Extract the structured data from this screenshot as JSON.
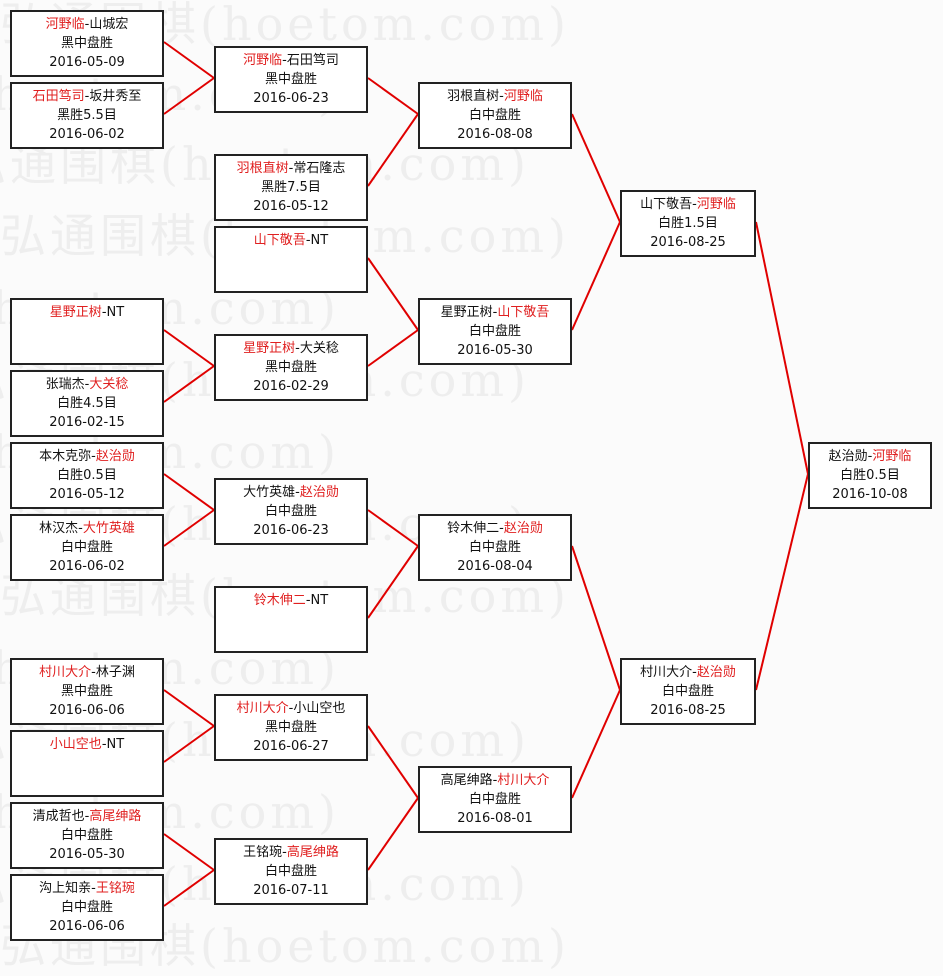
{
  "watermark": "弘通围棋(hoetom.com)",
  "colors": {
    "winner": "#e02020",
    "connector": "#e00000",
    "border": "#222222"
  },
  "separator": "-",
  "matches": [
    {
      "round": 1,
      "p1": "河野临",
      "p2": "山城宏",
      "winner": 1,
      "result": "黑中盘胜",
      "date": "2016-05-09"
    },
    {
      "round": 1,
      "p1": "石田笃司",
      "p2": "坂井秀至",
      "winner": 1,
      "result": "黑胜5.5目",
      "date": "2016-06-02"
    },
    {
      "round": 1,
      "p1": "星野正树",
      "p2": "NT",
      "winner": 1
    },
    {
      "round": 1,
      "p1": "张瑞杰",
      "p2": "大关稔",
      "winner": 2,
      "result": "白胜4.5目",
      "date": "2016-02-15"
    },
    {
      "round": 1,
      "p1": "本木克弥",
      "p2": "赵治勋",
      "winner": 2,
      "result": "白胜0.5目",
      "date": "2016-05-12"
    },
    {
      "round": 1,
      "p1": "林汉杰",
      "p2": "大竹英雄",
      "winner": 2,
      "result": "白中盘胜",
      "date": "2016-06-02"
    },
    {
      "round": 1,
      "p1": "村川大介",
      "p2": "林子渊",
      "winner": 1,
      "result": "黑中盘胜",
      "date": "2016-06-06"
    },
    {
      "round": 1,
      "p1": "小山空也",
      "p2": "NT",
      "winner": 1
    },
    {
      "round": 1,
      "p1": "清成哲也",
      "p2": "高尾绅路",
      "winner": 2,
      "result": "白中盘胜",
      "date": "2016-05-30"
    },
    {
      "round": 1,
      "p1": "沟上知亲",
      "p2": "王铭琬",
      "winner": 2,
      "result": "白中盘胜",
      "date": "2016-06-06"
    },
    {
      "round": 2,
      "p1": "河野临",
      "p2": "石田笃司",
      "winner": 1,
      "result": "黑中盘胜",
      "date": "2016-06-23"
    },
    {
      "round": 2,
      "p1": "羽根直树",
      "p2": "常石隆志",
      "winner": 1,
      "result": "黑胜7.5目",
      "date": "2016-05-12"
    },
    {
      "round": 2,
      "p1": "山下敬吾",
      "p2": "NT",
      "winner": 1
    },
    {
      "round": 2,
      "p1": "星野正树",
      "p2": "大关稔",
      "winner": 1,
      "result": "黑中盘胜",
      "date": "2016-02-29"
    },
    {
      "round": 2,
      "p1": "大竹英雄",
      "p2": "赵治勋",
      "winner": 2,
      "result": "白中盘胜",
      "date": "2016-06-23"
    },
    {
      "round": 2,
      "p1": "铃木伸二",
      "p2": "NT",
      "winner": 1
    },
    {
      "round": 2,
      "p1": "村川大介",
      "p2": "小山空也",
      "winner": 1,
      "result": "黑中盘胜",
      "date": "2016-06-27"
    },
    {
      "round": 2,
      "p1": "王铭琬",
      "p2": "高尾绅路",
      "winner": 2,
      "result": "白中盘胜",
      "date": "2016-07-11"
    },
    {
      "round": 3,
      "p1": "羽根直树",
      "p2": "河野临",
      "winner": 2,
      "result": "白中盘胜",
      "date": "2016-08-08"
    },
    {
      "round": 3,
      "p1": "星野正树",
      "p2": "山下敬吾",
      "winner": 2,
      "result": "白中盘胜",
      "date": "2016-05-30"
    },
    {
      "round": 3,
      "p1": "铃木伸二",
      "p2": "赵治勋",
      "winner": 2,
      "result": "白中盘胜",
      "date": "2016-08-04"
    },
    {
      "round": 3,
      "p1": "高尾绅路",
      "p2": "村川大介",
      "winner": 2,
      "result": "白中盘胜",
      "date": "2016-08-01"
    },
    {
      "round": 4,
      "p1": "山下敬吾",
      "p2": "河野临",
      "winner": 2,
      "result": "白胜1.5目",
      "date": "2016-08-25"
    },
    {
      "round": 4,
      "p1": "村川大介",
      "p2": "赵治勋",
      "winner": 2,
      "result": "白中盘胜",
      "date": "2016-08-25"
    },
    {
      "round": 5,
      "p1": "赵治勋",
      "p2": "河野临",
      "winner": 2,
      "result": "白胜0.5目",
      "date": "2016-10-08"
    }
  ]
}
